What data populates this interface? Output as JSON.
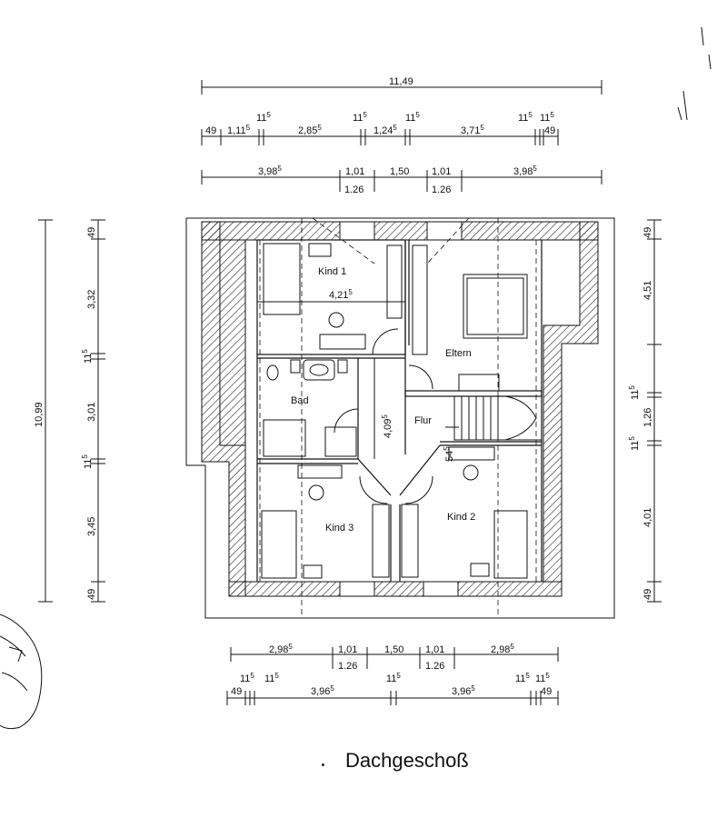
{
  "title": "Dachgeschoß",
  "rooms": {
    "kind1": "Kind 1",
    "eltern": "Eltern",
    "bad": "Bad",
    "flur": "Flur",
    "kind3": "Kind 3",
    "kind2": "Kind 2"
  },
  "dims": {
    "top_total": "11,49",
    "top_row2": [
      "49",
      "1,11",
      "5",
      "11",
      "5",
      "2,85",
      "5",
      "11",
      "5",
      "1,24",
      "5",
      "11",
      "5",
      "3,71",
      "5",
      "11",
      "5",
      "11",
      "5",
      "49"
    ],
    "top_row3_a": "3,98",
    "top_row3_b": "1,01",
    "top_row3_c": "1,50",
    "top_row3_d": "1,01",
    "top_row3_e": "3,98",
    "top_row3_sub1": "1.26",
    "top_row3_sub2": "1.26",
    "left_total": "10,99",
    "left_a": "49",
    "left_b": "3,32",
    "left_c": "11",
    "left_d": "3,01",
    "left_e": "11",
    "left_f": "3,45",
    "left_g": "49",
    "right_a": "49",
    "right_b": "4,51",
    "right_c": "11",
    "right_d": "1,26",
    "right_e": "11",
    "right_f": "4,01",
    "right_g": "49",
    "inner_kind1": "4,21",
    "inner_flur": "4,09",
    "inner_small": "54",
    "bot_row1_a": "2,98",
    "bot_row1_b": "1,01",
    "bot_row1_c": "1,50",
    "bot_row1_d": "1,01",
    "bot_row1_e": "2,98",
    "bot_sub1": "1.26",
    "bot_sub2": "1.26",
    "bot_row2_a": "49",
    "bot_row2_b": "11",
    "bot_row2_c": "11",
    "bot_row2_d": "3,96",
    "bot_row2_e": "11",
    "bot_row2_f": "3,96",
    "bot_row2_g": "11",
    "bot_row2_h": "11",
    "bot_row2_i": "49",
    "sup5": "5"
  }
}
